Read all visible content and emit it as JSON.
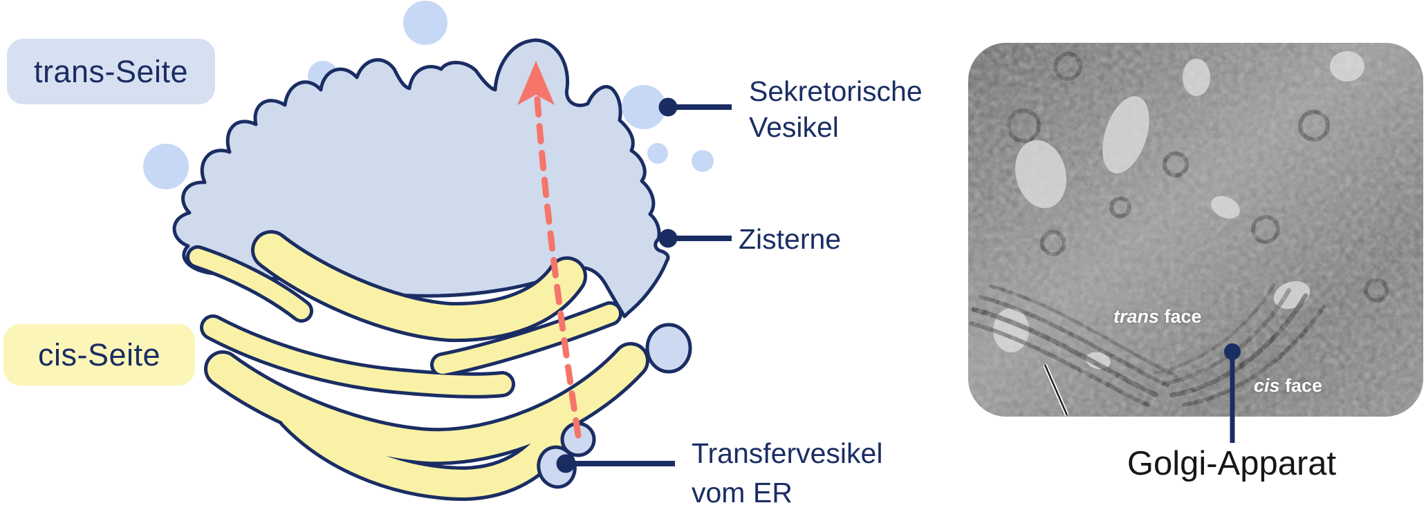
{
  "labels": {
    "trans_side": "trans-Seite",
    "cis_side": "cis-Seite",
    "secretory": [
      "Sekretorische",
      "Vesikel"
    ],
    "cisterna": "Zisterne",
    "transfer": [
      "Transfervesikel",
      "vom ER"
    ]
  },
  "micrograph": {
    "trans_face": {
      "em": "trans",
      "rest": " face"
    },
    "cis_face": {
      "em": "cis",
      "rest": " face"
    },
    "caption": "Golgi-Apparat"
  },
  "colors": {
    "navy": "#1a2d63",
    "blob_fill": "#cfdaed",
    "vesicle_fill": "#ccd9f0",
    "free_vesicle_fill": "#c7d8f6",
    "cisterna_yellow": "#f9f2a6",
    "label_blue_bg": "#d6e0f1",
    "label_yellow_bg": "#fbf6b8",
    "arrow_red": "#f5756a",
    "caption_black": "#161616",
    "em_label_white": "#ffffff"
  }
}
